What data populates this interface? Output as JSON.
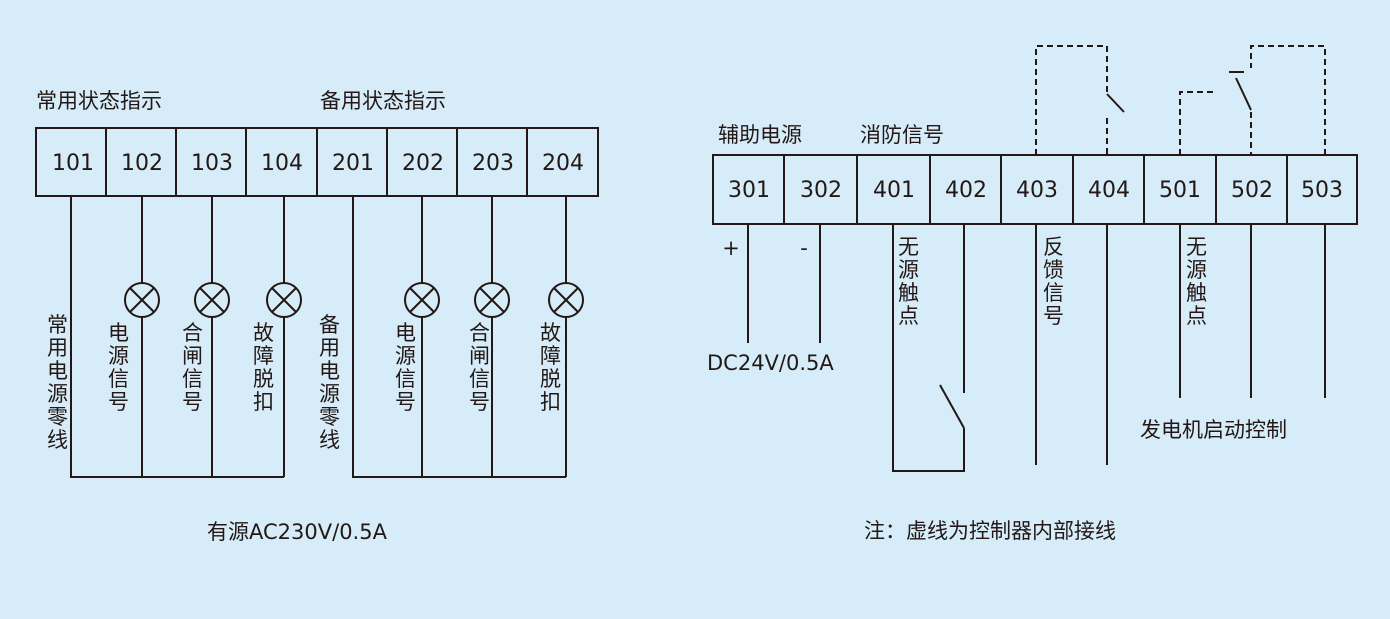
{
  "left": {
    "header_normal": "常用状态指示",
    "header_backup": "备用状态指示",
    "terminals": [
      "101",
      "102",
      "103",
      "104",
      "201",
      "202",
      "203",
      "204"
    ],
    "labels": {
      "normal_neutral": "常用电源零线",
      "normal_power": "电源信号",
      "normal_close": "合闸信号",
      "normal_trip": "故障脱扣",
      "backup_neutral": "备用电源零线",
      "backup_power": "电源信号",
      "backup_close": "合闸信号",
      "backup_trip": "故障脱扣"
    },
    "footer": "有源AC230V/0.5A"
  },
  "right": {
    "header_aux": "辅助电源",
    "header_fire": "消防信号",
    "terminals": [
      "301",
      "302",
      "401",
      "402",
      "403",
      "404",
      "501",
      "502",
      "503"
    ],
    "plus": "+",
    "minus": "-",
    "dc_label": "DC24V/0.5A",
    "dry_contact_1": "无源触点",
    "feedback": "反馈信号",
    "dry_contact_2": "无源触点",
    "generator": "发电机启动控制"
  },
  "note": "注：虚线为控制器内部接线"
}
